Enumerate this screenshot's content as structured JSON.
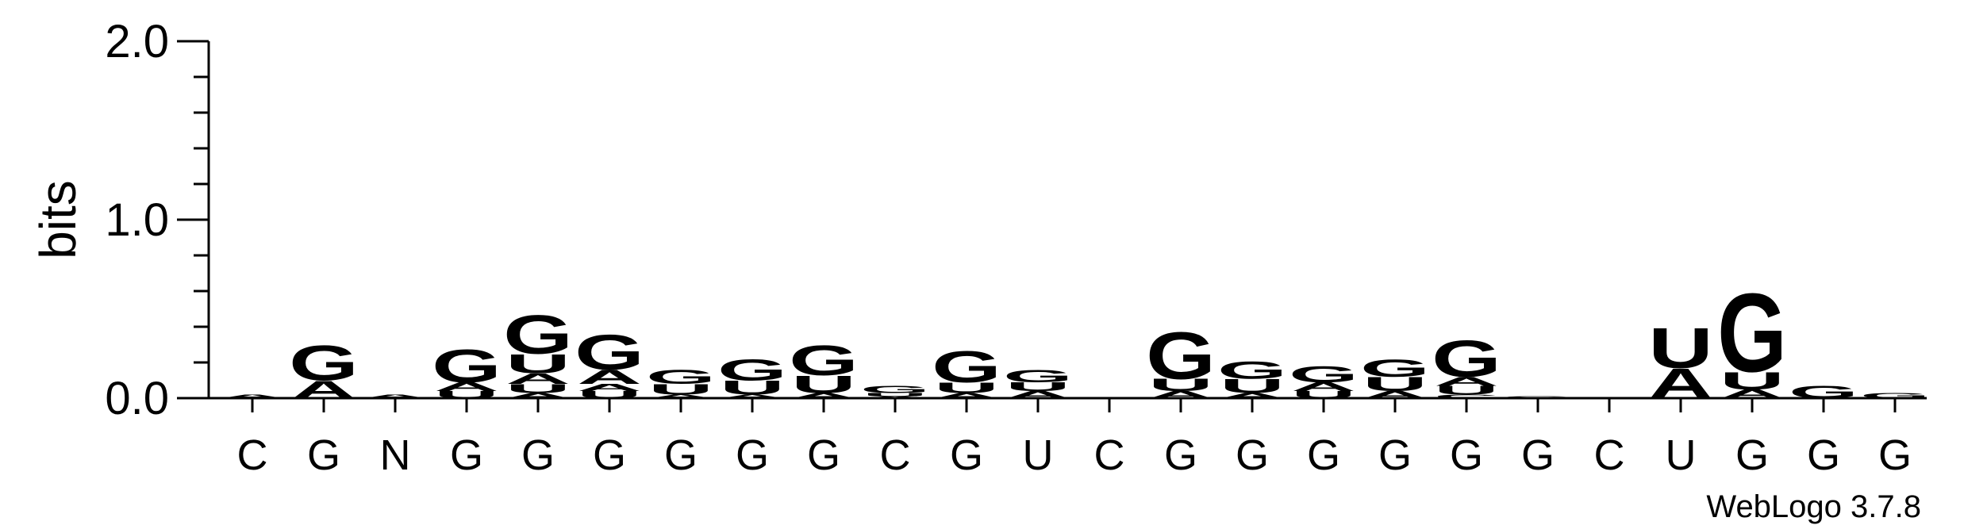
{
  "chart_data": {
    "type": "sequence-logo",
    "ylabel": "bits",
    "ylim": [
      0,
      2.0
    ],
    "yticks": [
      "0.0",
      "1.0",
      "2.0"
    ],
    "positions": [
      "C",
      "G",
      "N",
      "G",
      "G",
      "G",
      "G",
      "G",
      "G",
      "C",
      "G",
      "U",
      "C",
      "G",
      "G",
      "G",
      "G",
      "G",
      "G",
      "C",
      "U",
      "G",
      "G",
      "G"
    ],
    "letter_colors": {
      "A": "#ff8c00",
      "U": "#ff8c00",
      "G": "#0000ff",
      "C": "#0000ff"
    },
    "stacks": [
      [
        {
          "letter": "A",
          "bits": 0.02
        }
      ],
      [
        {
          "letter": "A",
          "bits": 0.1
        },
        {
          "letter": "G",
          "bits": 0.2
        }
      ],
      [
        {
          "letter": "A",
          "bits": 0.02
        }
      ],
      [
        {
          "letter": "U",
          "bits": 0.04
        },
        {
          "letter": "A",
          "bits": 0.05
        },
        {
          "letter": "G",
          "bits": 0.19
        }
      ],
      [
        {
          "letter": "A",
          "bits": 0.03
        },
        {
          "letter": "U",
          "bits": 0.05
        },
        {
          "letter": "A",
          "bits": 0.06
        },
        {
          "letter": "U",
          "bits": 0.11
        },
        {
          "letter": "G",
          "bits": 0.22
        }
      ],
      [
        {
          "letter": "U",
          "bits": 0.04
        },
        {
          "letter": "A",
          "bits": 0.04
        },
        {
          "letter": "A",
          "bits": 0.08
        },
        {
          "letter": "G",
          "bits": 0.2
        }
      ],
      [
        {
          "letter": "A",
          "bits": 0.02
        },
        {
          "letter": "U",
          "bits": 0.06
        },
        {
          "letter": "G",
          "bits": 0.08
        }
      ],
      [
        {
          "letter": "A",
          "bits": 0.02
        },
        {
          "letter": "U",
          "bits": 0.08
        },
        {
          "letter": "G",
          "bits": 0.12
        }
      ],
      [
        {
          "letter": "A",
          "bits": 0.03
        },
        {
          "letter": "U",
          "bits": 0.1
        },
        {
          "letter": "G",
          "bits": 0.17
        }
      ],
      [
        {
          "letter": "A",
          "bits": 0.01
        },
        {
          "letter": "U",
          "bits": 0.02
        },
        {
          "letter": "G",
          "bits": 0.04
        }
      ],
      [
        {
          "letter": "A",
          "bits": 0.03
        },
        {
          "letter": "U",
          "bits": 0.06
        },
        {
          "letter": "G",
          "bits": 0.18
        }
      ],
      [
        {
          "letter": "A",
          "bits": 0.04
        },
        {
          "letter": "U",
          "bits": 0.05
        },
        {
          "letter": "G",
          "bits": 0.07
        }
      ],
      [],
      [
        {
          "letter": "A",
          "bits": 0.04
        },
        {
          "letter": "U",
          "bits": 0.07
        },
        {
          "letter": "G",
          "bits": 0.27
        }
      ],
      [
        {
          "letter": "A",
          "bits": 0.03
        },
        {
          "letter": "U",
          "bits": 0.08
        },
        {
          "letter": "G",
          "bits": 0.1
        }
      ],
      [
        {
          "letter": "U",
          "bits": 0.04
        },
        {
          "letter": "A",
          "bits": 0.05
        },
        {
          "letter": "G",
          "bits": 0.09
        }
      ],
      [
        {
          "letter": "A",
          "bits": 0.04
        },
        {
          "letter": "U",
          "bits": 0.08
        },
        {
          "letter": "G",
          "bits": 0.1
        }
      ],
      [
        {
          "letter": "C",
          "bits": 0.02
        },
        {
          "letter": "U",
          "bits": 0.05
        },
        {
          "letter": "A",
          "bits": 0.05
        },
        {
          "letter": "G",
          "bits": 0.21
        }
      ],
      [
        {
          "letter": "G",
          "bits": 0.01
        }
      ],
      [],
      [
        {
          "letter": "A",
          "bits": 0.17
        },
        {
          "letter": "U",
          "bits": 0.23
        }
      ],
      [
        {
          "letter": "A",
          "bits": 0.05
        },
        {
          "letter": "U",
          "bits": 0.1
        },
        {
          "letter": "G",
          "bits": 0.45
        }
      ],
      [
        {
          "letter": "G",
          "bits": 0.07
        }
      ],
      [
        {
          "letter": "G",
          "bits": 0.03
        }
      ]
    ]
  },
  "credit": "WebLogo 3.7.8"
}
